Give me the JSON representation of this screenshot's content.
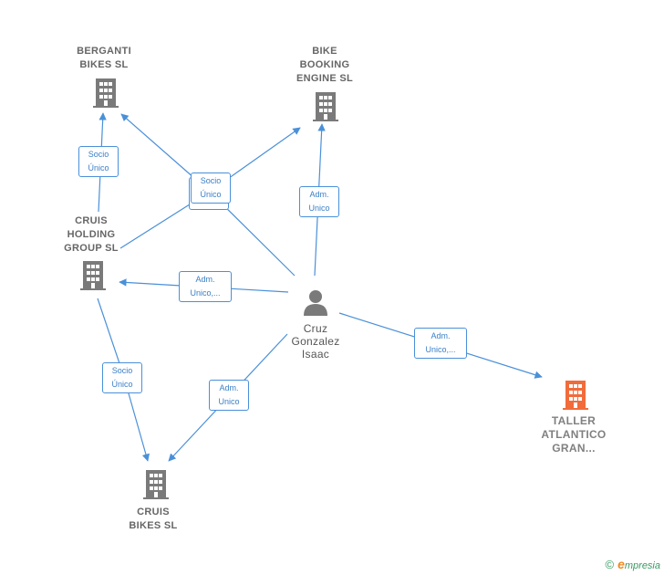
{
  "nodes": {
    "berganti": {
      "label": "BERGANTI\nBIKES  SL"
    },
    "bike_booking": {
      "label": "BIKE\nBOOKING\nENGINE  SL"
    },
    "cruis_holding": {
      "label": "CRUIS\nHOLDING\nGROUP  SL"
    },
    "cruz": {
      "label": "Cruz\nGonzalez\nIsaac"
    },
    "taller": {
      "label": "TALLER\nATLANTICO\nGRAN..."
    },
    "cruis_bikes": {
      "label": "CRUIS\nBIKES  SL"
    }
  },
  "edges": {
    "holding_to_berganti": "Socio\nÚnico",
    "holding_to_bike_booking": "Socio\nÚnico",
    "cruz_to_bike_booking": "Adm.\nUnico",
    "cruz_to_holding": "Adm.\nUnico,...",
    "cruz_to_taller": "Adm.\nUnico,...",
    "holding_to_cruis_bikes": "Socio\nÚnico",
    "cruz_to_cruis_bikes": "Adm.\nUnico"
  },
  "colors": {
    "edge": "#4a90d9",
    "company": "#7a7a7a",
    "focus": "#f26b3a",
    "person": "#7a7a7a"
  },
  "footer": {
    "copyright": "©",
    "brand_initial": "e",
    "brand_rest": "mpresia"
  }
}
